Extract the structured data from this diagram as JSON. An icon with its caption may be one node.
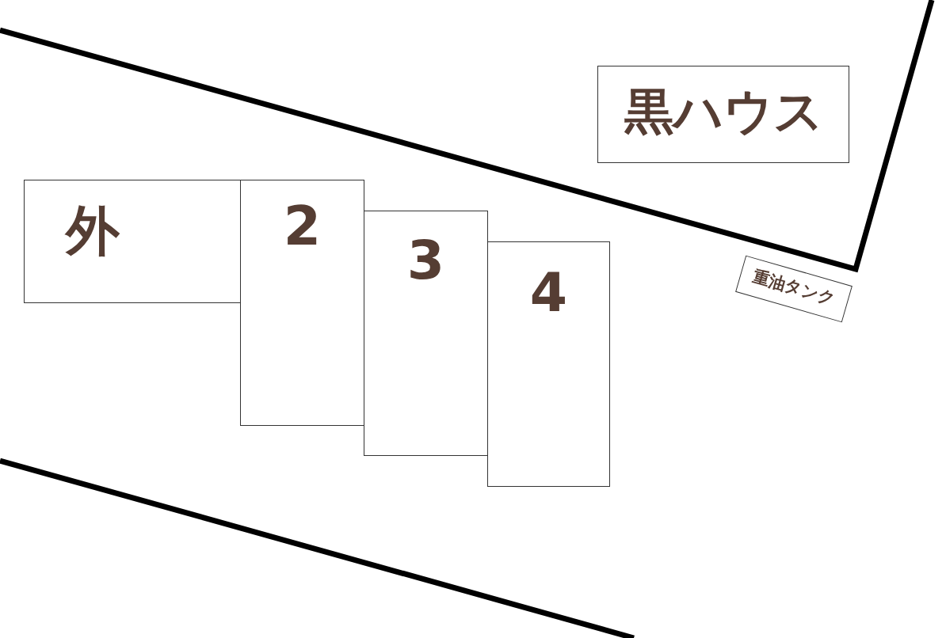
{
  "diagram": {
    "nodes": [
      {
        "text": [
          "外"
        ]
      },
      {
        "text": [
          "2"
        ]
      },
      {
        "text": [
          "3"
        ]
      },
      {
        "text": [
          "4"
        ]
      },
      {
        "text": [
          "黒ハウス"
        ]
      },
      {
        "text": [
          "重油タンク"
        ]
      }
    ]
  }
}
